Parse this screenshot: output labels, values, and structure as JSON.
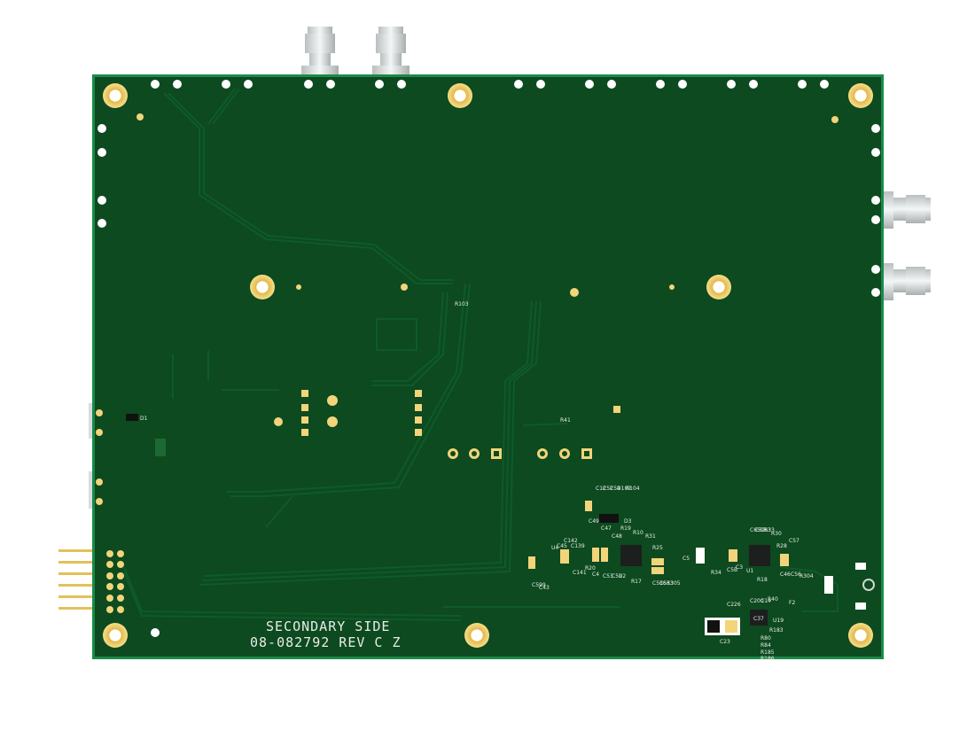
{
  "board": {
    "side_label": "SECONDARY SIDE",
    "part_label": "08-082792 REV C Z"
  },
  "refdes": [
    "R41",
    "D1",
    "R103",
    "C12",
    "C52",
    "C54",
    "D102",
    "R104",
    "C49",
    "C47",
    "D3",
    "R19",
    "C48",
    "R10",
    "R31",
    "R25",
    "R20",
    "U4",
    "C45",
    "C142",
    "C139",
    "C141",
    "C43",
    "C599",
    "C4",
    "C53",
    "C51",
    "U2",
    "R17",
    "C536",
    "C533",
    "R305",
    "C5",
    "R34",
    "C3",
    "C5B",
    "C65",
    "C58",
    "C63",
    "R33",
    "R30",
    "R28",
    "C57",
    "U1",
    "R18",
    "C46",
    "C56",
    "R304",
    "C226",
    "C200",
    "C14",
    "R40",
    "F2",
    "C23",
    "C37",
    "U19",
    "R183",
    "R80",
    "R84",
    "R185",
    "R186"
  ],
  "colors": {
    "pcb": "#0d4a1f",
    "pcb_edge": "#1a8a4a",
    "trace": "#0f5a2a",
    "pad": "#f2d47a",
    "hole": "#ffffff",
    "silk": "#e8ecea",
    "connector": "#d8dcdc",
    "header_pin": "#e3c15a"
  }
}
